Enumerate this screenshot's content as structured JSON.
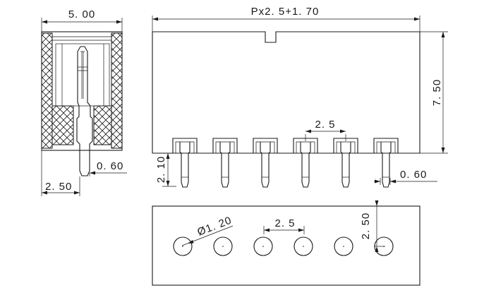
{
  "dimensions": {
    "side_width": "5. 00",
    "total_length": "Px2. 5+1. 70",
    "height": "7. 50",
    "pin_pitch_front": "2. 5",
    "pin_depth": "2. 10",
    "pin_width_front": "0. 60",
    "pin_width_side": "0. 60",
    "pin_offset_side": "2. 50",
    "hole_diameter": "Ø1. 20",
    "hole_pitch": "2. 5",
    "hole_offset": "2. 50"
  },
  "pin_count": 6
}
